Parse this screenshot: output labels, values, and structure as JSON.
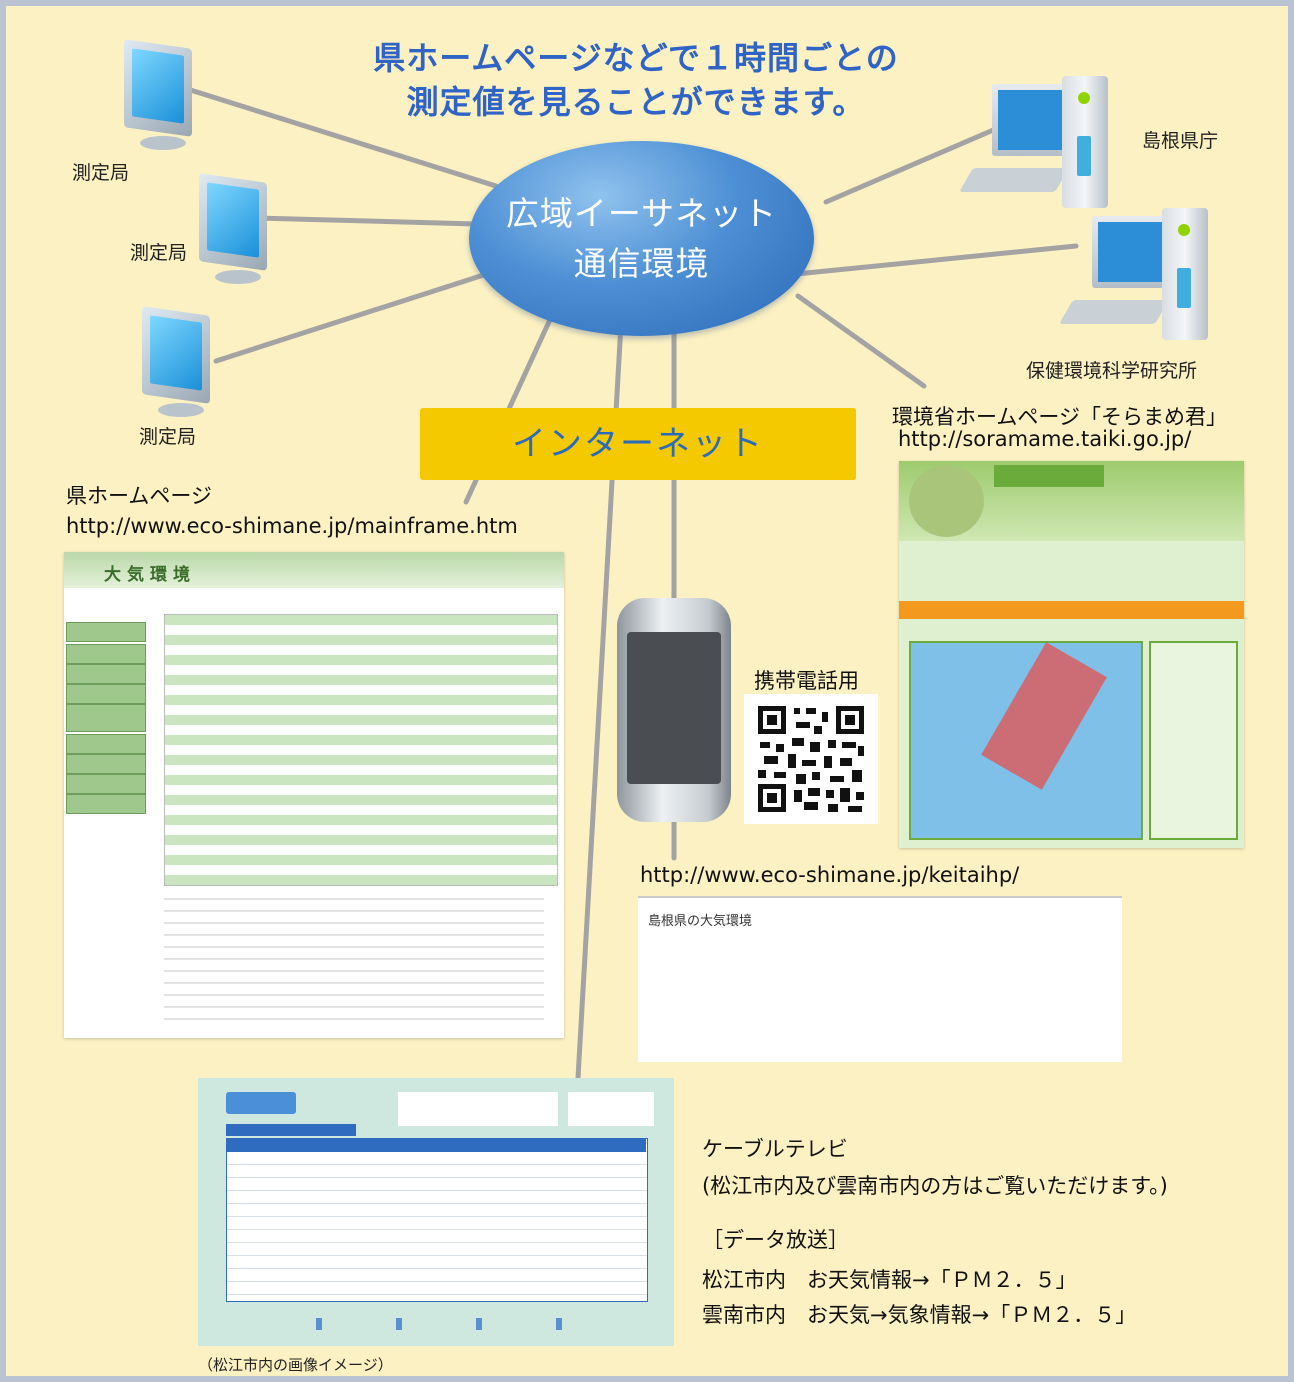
{
  "title": {
    "line1": "県ホームページなどで１時間ごとの",
    "line2": "測定値を見ることができます。"
  },
  "stations": [
    "測定局",
    "測定局",
    "測定局"
  ],
  "hub": {
    "line1": "広域イーサネット",
    "line2": "通信環境"
  },
  "pcs": {
    "office": "島根県庁",
    "institute": "保健環境科学研究所"
  },
  "internet": "インターネット",
  "ministry": {
    "title": "環境省ホームページ「そらまめ君」",
    "url": "http://soramame.taiki.go.jp/"
  },
  "pref_site": {
    "title": "県ホームページ",
    "url": "http://www.eco-shimane.jp/mainframe.htm",
    "screenshot_heading": "大気環境"
  },
  "mobile": {
    "label": "携帯電話用",
    "url": "http://www.eco-shimane.jp/keitaihp/",
    "screenshot_heading": "島根県の大気環境"
  },
  "cable": {
    "caption": "（松江市内の画像イメージ）",
    "title": "ケーブルテレビ",
    "note": "(松江市内及び雲南市内の方はご覧いただけます。)",
    "data_broadcast": "［データ放送］",
    "matsue": "松江市内　お天気情報→「ＰＭ２．５」",
    "unnan": "雲南市内　お天気→気象情報→「ＰＭ２．５」"
  }
}
